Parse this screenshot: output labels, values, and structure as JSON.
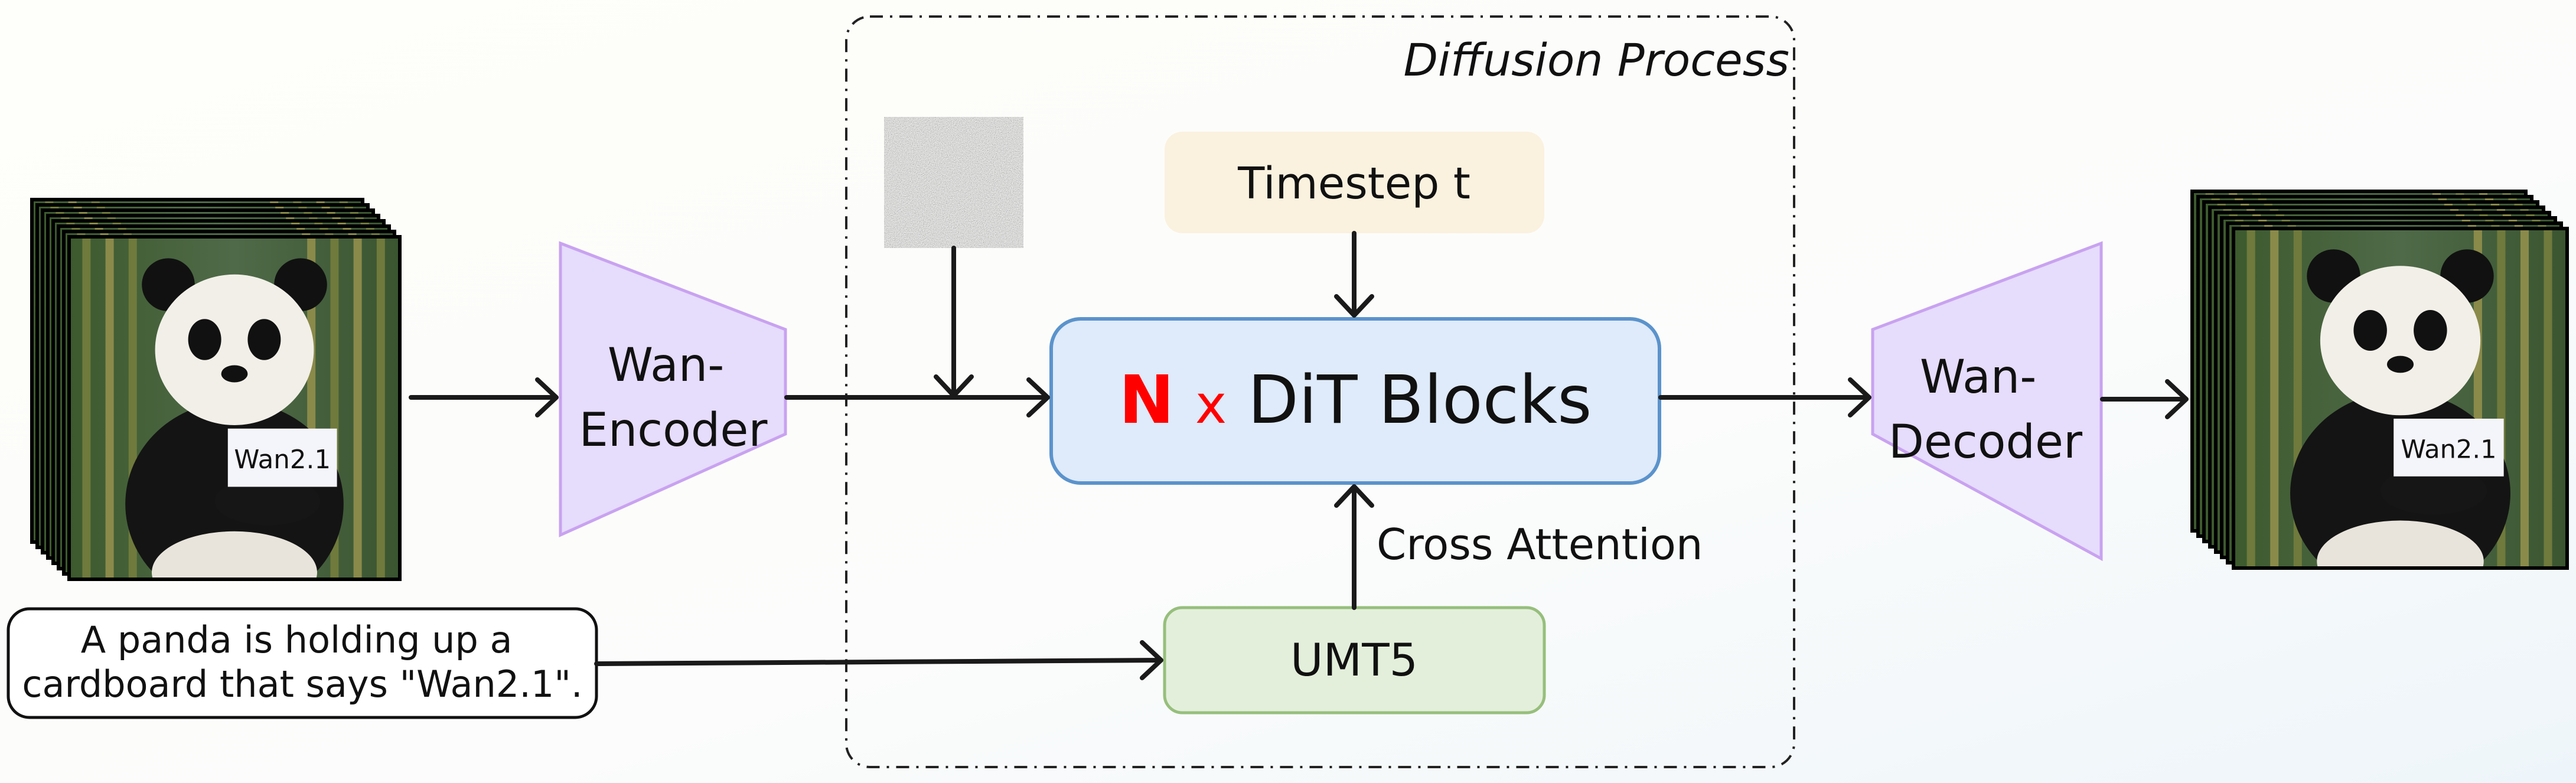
{
  "diagram": {
    "diffusion_label": "Diffusion Process",
    "timestep_label": "Timestep t",
    "dit_block": {
      "n": "N",
      "x": "x",
      "label": "DiT Blocks"
    },
    "cross_attention_label": "Cross Attention",
    "umt5_label": "UMT5",
    "encoder_label": [
      "Wan-",
      "Encoder"
    ],
    "decoder_label": [
      "Wan-",
      "Decoder"
    ],
    "prompt": [
      "A panda is holding up a",
      "cardboard that says \"Wan2.1\"."
    ],
    "image_sign_text": "Wan2.1",
    "colors": {
      "timestep_fill": "#fbf1df",
      "dit_fill": "#dfeafa",
      "dit_stroke": "#5b93cc",
      "umt5_fill": "#e3efdb",
      "umt5_stroke": "#96bf7c",
      "vae_fill": "#e6dcfb",
      "vae_stroke": "#c9a2f0",
      "accent_red": "#ff0000"
    }
  }
}
